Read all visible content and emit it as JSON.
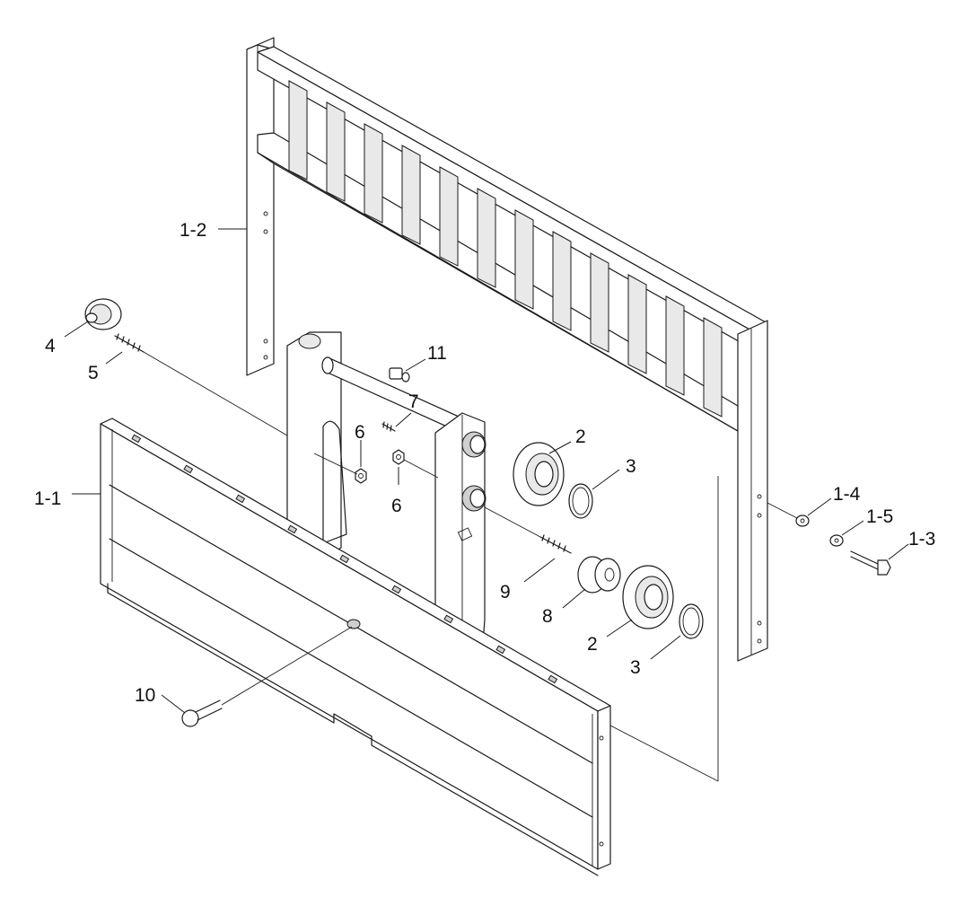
{
  "labels": {
    "backrest": "1-2",
    "fork_carriage": "1-1",
    "washer_1_4": "1-4",
    "washer_1_5": "1-5",
    "bolt_1_3": "1-3",
    "roller_upper": "2",
    "roller_lower": "2",
    "snap_ring_upper": "3",
    "snap_ring_lower": "3",
    "side_roller": "4",
    "spring_5": "5",
    "nut_left": "6",
    "nut_right": "6",
    "spring_7": "7",
    "spacer_8": "8",
    "spring_9": "9",
    "cap_screw": "10",
    "plug_11": "11"
  }
}
